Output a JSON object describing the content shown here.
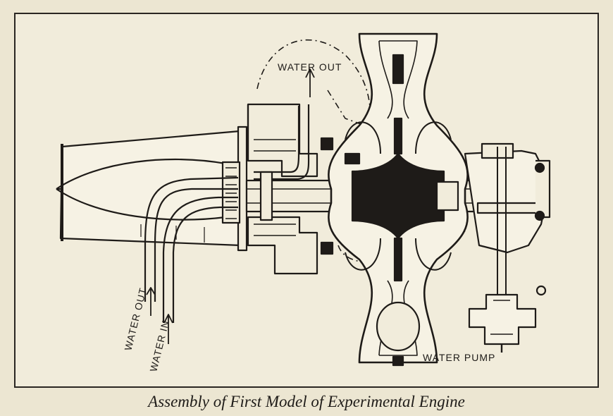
{
  "labels": {
    "water_out_top": "WATER OUT",
    "water_out_left": "WATER OUT",
    "water_in": "WATER IN",
    "water_pump": "WATER PUMP"
  },
  "caption": "Assembly of First Model of Experimental Engine",
  "colors": {
    "ink": "#1e1b18",
    "paper": "#f1ecdb",
    "page": "#ece6d2"
  }
}
